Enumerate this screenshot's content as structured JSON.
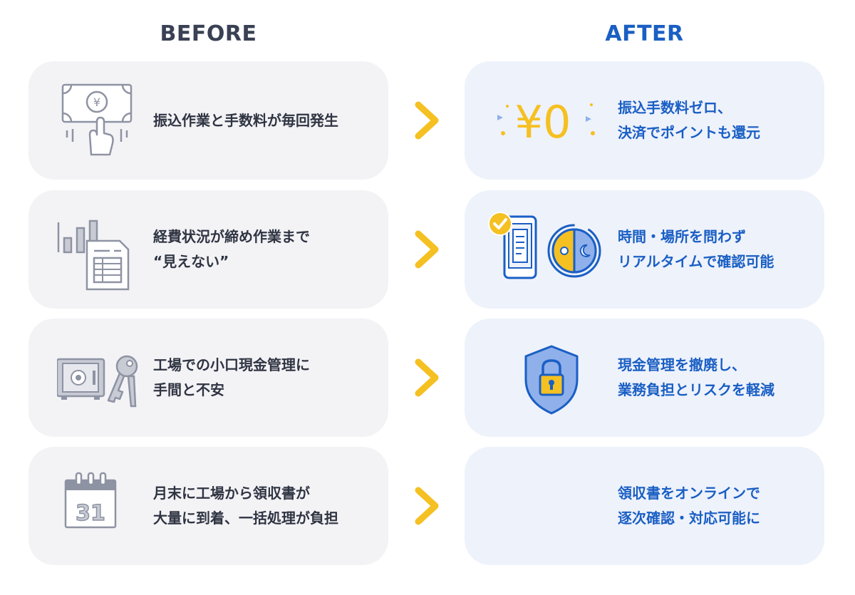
{
  "header": {
    "before": "BEFORE",
    "after": "AFTER"
  },
  "rows": [
    {
      "before": {
        "line1": "振込作業と手数料が毎回発生",
        "line2": "",
        "icon": "yen-bill-hand-icon"
      },
      "after": {
        "line1": "振込手数料ゼロ、",
        "line2": "決済でポイントも還元",
        "icon": "yen-zero-icon",
        "icon_text": "¥0"
      }
    },
    {
      "before": {
        "line1": "経費状況が締め作業まで",
        "line2": "“見えない”",
        "icon": "bar-chart-document-icon"
      },
      "after": {
        "line1": "時間・場所を問わず",
        "line2": "リアルタイムで確認可能",
        "icon": "phone-day-night-icon"
      }
    },
    {
      "before": {
        "line1": "工場での小口現金管理に",
        "line2": "手間と不安",
        "icon": "safe-key-icon"
      },
      "after": {
        "line1": "現金管理を撤廃し、",
        "line2": "業務負担とリスクを軽減",
        "icon": "shield-lock-icon"
      }
    },
    {
      "before": {
        "line1": "月末に工場から領収書が",
        "line2": "大量に到着、一括処理が負担",
        "icon": "calendar-icon",
        "icon_text": "31"
      },
      "after": {
        "line1": "領収書をオンラインで",
        "line2": "逐次確認・対応可能に",
        "icon": ""
      }
    }
  ],
  "colors": {
    "accent_blue": "#1a5fc4",
    "arrow_yellow": "#f5c021",
    "before_card": "#f3f3f6",
    "after_card": "#eef2fb",
    "icon_gray": "#8e93a3"
  }
}
